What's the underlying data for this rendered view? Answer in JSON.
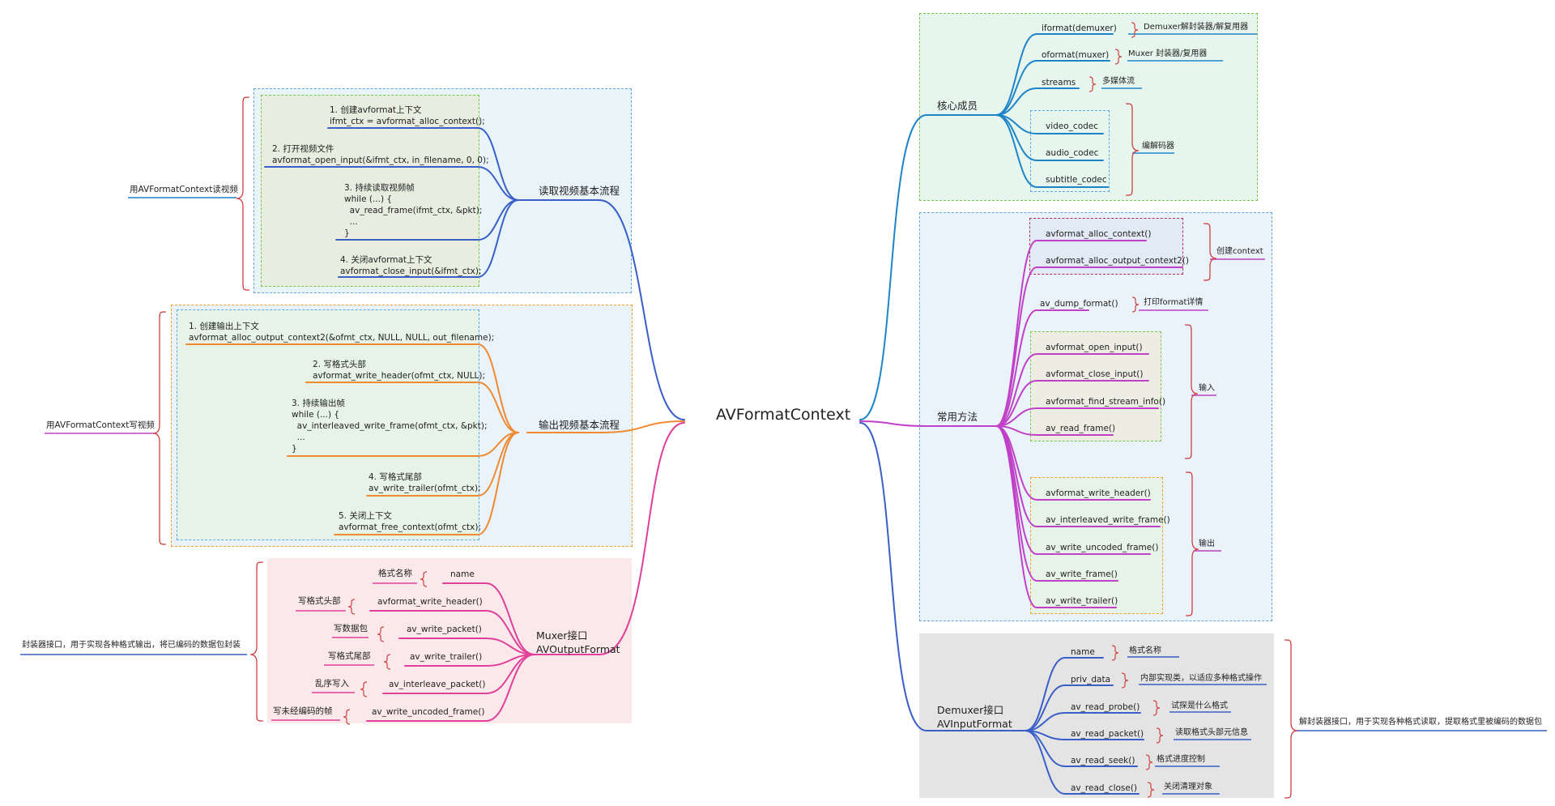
{
  "root": {
    "label": "AVFormatContext"
  },
  "read_flow": {
    "title": "读取视频基本流程",
    "note": "用AVFormatContext读视频",
    "steps": [
      "1. 创建avformat上下文\nifmt_ctx = avformat_alloc_context();",
      "2. 打开视频文件\navformat_open_input(&ifmt_ctx, in_filename, 0, 0);",
      "3. 持续读取视频帧\nwhile (...) {\n  av_read_frame(ifmt_ctx, &pkt);\n  ...\n}",
      "4. 关闭avformat上下文\navformat_close_input(&ifmt_ctx);"
    ]
  },
  "write_flow": {
    "title": "输出视频基本流程",
    "note": "用AVFormatContext写视频",
    "steps": [
      "1. 创建输出上下文\navformat_alloc_output_context2(&ofmt_ctx, NULL, NULL, out_filename);",
      "2. 写格式头部\navformat_write_header(ofmt_ctx, NULL);",
      "3. 持续输出帧\nwhile (...) {\n  av_interleaved_write_frame(ofmt_ctx, &pkt);\n  ...\n}",
      "4. 写格式尾部\nav_write_trailer(ofmt_ctx);",
      "5. 关闭上下文\navformat_free_context(ofmt_ctx);"
    ]
  },
  "muxer": {
    "title": "Muxer接口\nAVOutputFormat",
    "note": "封装器接口，用于实现各种格式输出，将已编码的数据包封装",
    "items": [
      {
        "name": "name",
        "desc": "格式名称"
      },
      {
        "name": "avformat_write_header()",
        "desc": "写格式头部"
      },
      {
        "name": "av_write_packet()",
        "desc": "写数据包"
      },
      {
        "name": "av_write_trailer()",
        "desc": "写格式尾部"
      },
      {
        "name": "av_interleave_packet()",
        "desc": "乱序写入"
      },
      {
        "name": "av_write_uncoded_frame()",
        "desc": "写未经编码的帧"
      }
    ]
  },
  "core_members": {
    "title": "核心成员",
    "items": [
      {
        "name": "iformat(demuxer)",
        "desc": "Demuxer解封装器/解复用器"
      },
      {
        "name": "oformat(muxer)",
        "desc": "Muxer 封装器/复用器"
      },
      {
        "name": "streams",
        "desc": "多媒体流"
      }
    ],
    "codecs": [
      "video_codec",
      "audio_codec",
      "subtitle_codec"
    ],
    "codecs_desc": "编解码器"
  },
  "common_methods": {
    "title": "常用方法",
    "create": [
      "avformat_alloc_context()",
      "avformat_alloc_output_context2()"
    ],
    "create_desc": "创建context",
    "dump": "av_dump_format()",
    "dump_desc": "打印format详情",
    "input": [
      "avformat_open_input()",
      "avformat_close_input()",
      "avformat_find_stream_info()",
      "av_read_frame()"
    ],
    "input_desc": "输入",
    "output": [
      "avformat_write_header()",
      "av_interleaved_write_frame()",
      "av_write_uncoded_frame()",
      "av_write_frame()",
      "av_write_trailer()"
    ],
    "output_desc": "输出"
  },
  "demuxer": {
    "title": "Demuxer接口\nAVInputFormat",
    "note": "解封装器接口，用于实现各种格式读取，提取格式里被编码的数据包",
    "items": [
      {
        "name": "name",
        "desc": "格式名称"
      },
      {
        "name": "priv_data",
        "desc": "内部实现类，以适应多种格式操作"
      },
      {
        "name": "av_read_probe()",
        "desc": "试探是什么格式"
      },
      {
        "name": "av_read_packet()",
        "desc": "读取格式头部元信息"
      },
      {
        "name": "av_read_seek()",
        "desc": "格式进度控制"
      },
      {
        "name": "av_read_close()",
        "desc": "关闭清理对象"
      }
    ]
  },
  "colors": {
    "read": "#3a5fc8",
    "write": "#f08a30",
    "muxer": "#e0409a",
    "core": "#1e84c8",
    "methods": "#c040c8",
    "demuxer": "#3a5fc8",
    "brace": "#d04040"
  }
}
